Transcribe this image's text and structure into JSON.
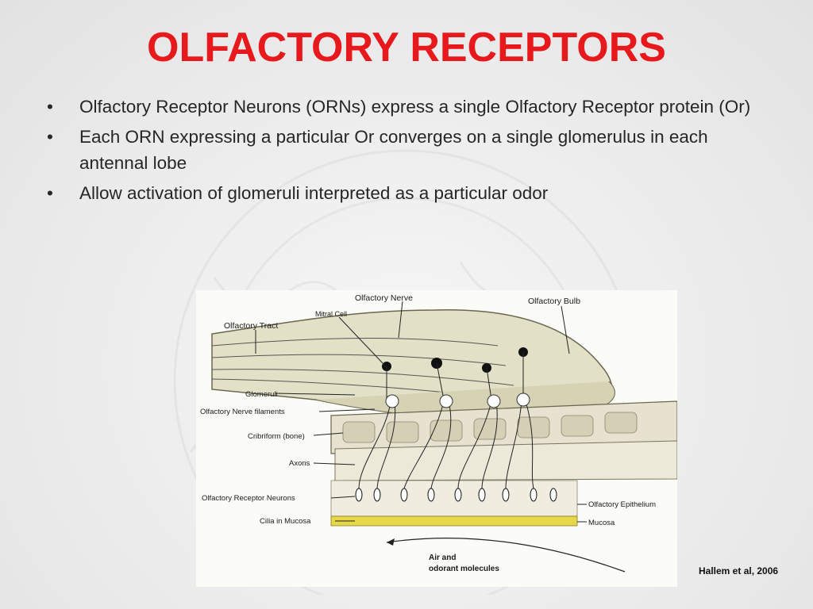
{
  "slide": {
    "title": "OLFACTORY RECEPTORS",
    "title_color": "#e8191c",
    "bullets": [
      "Olfactory Receptor Neurons (ORNs) express a single Olfactory Receptor protein (Or)",
      "Each ORN expressing a particular Or converges on a single glomerulus in each antennal lobe",
      "Allow activation of glomeruli interpreted as a particular odor"
    ],
    "citation": "Hallem et al, 2006"
  },
  "figure": {
    "labels": {
      "olfactory_nerve": "Olfactory Nerve",
      "olfactory_bulb": "Olfactory Bulb",
      "mitral_cell": "Mitral Cell",
      "olfactory_tract": "Olfactory Tract",
      "glomeruli": "Glomeruli",
      "nerve_filaments": "Olfactory Nerve filaments",
      "cribriform": "Cribriform (bone)",
      "axons": "Axons",
      "receptor_neurons": "Olfactory Receptor Neurons",
      "cilia": "Cilia in Mucosa",
      "epithelium": "Olfactory Epithelium",
      "mucosa": "Mucosa",
      "air_line1": "Air and",
      "air_line2": "odorant molecules"
    }
  }
}
